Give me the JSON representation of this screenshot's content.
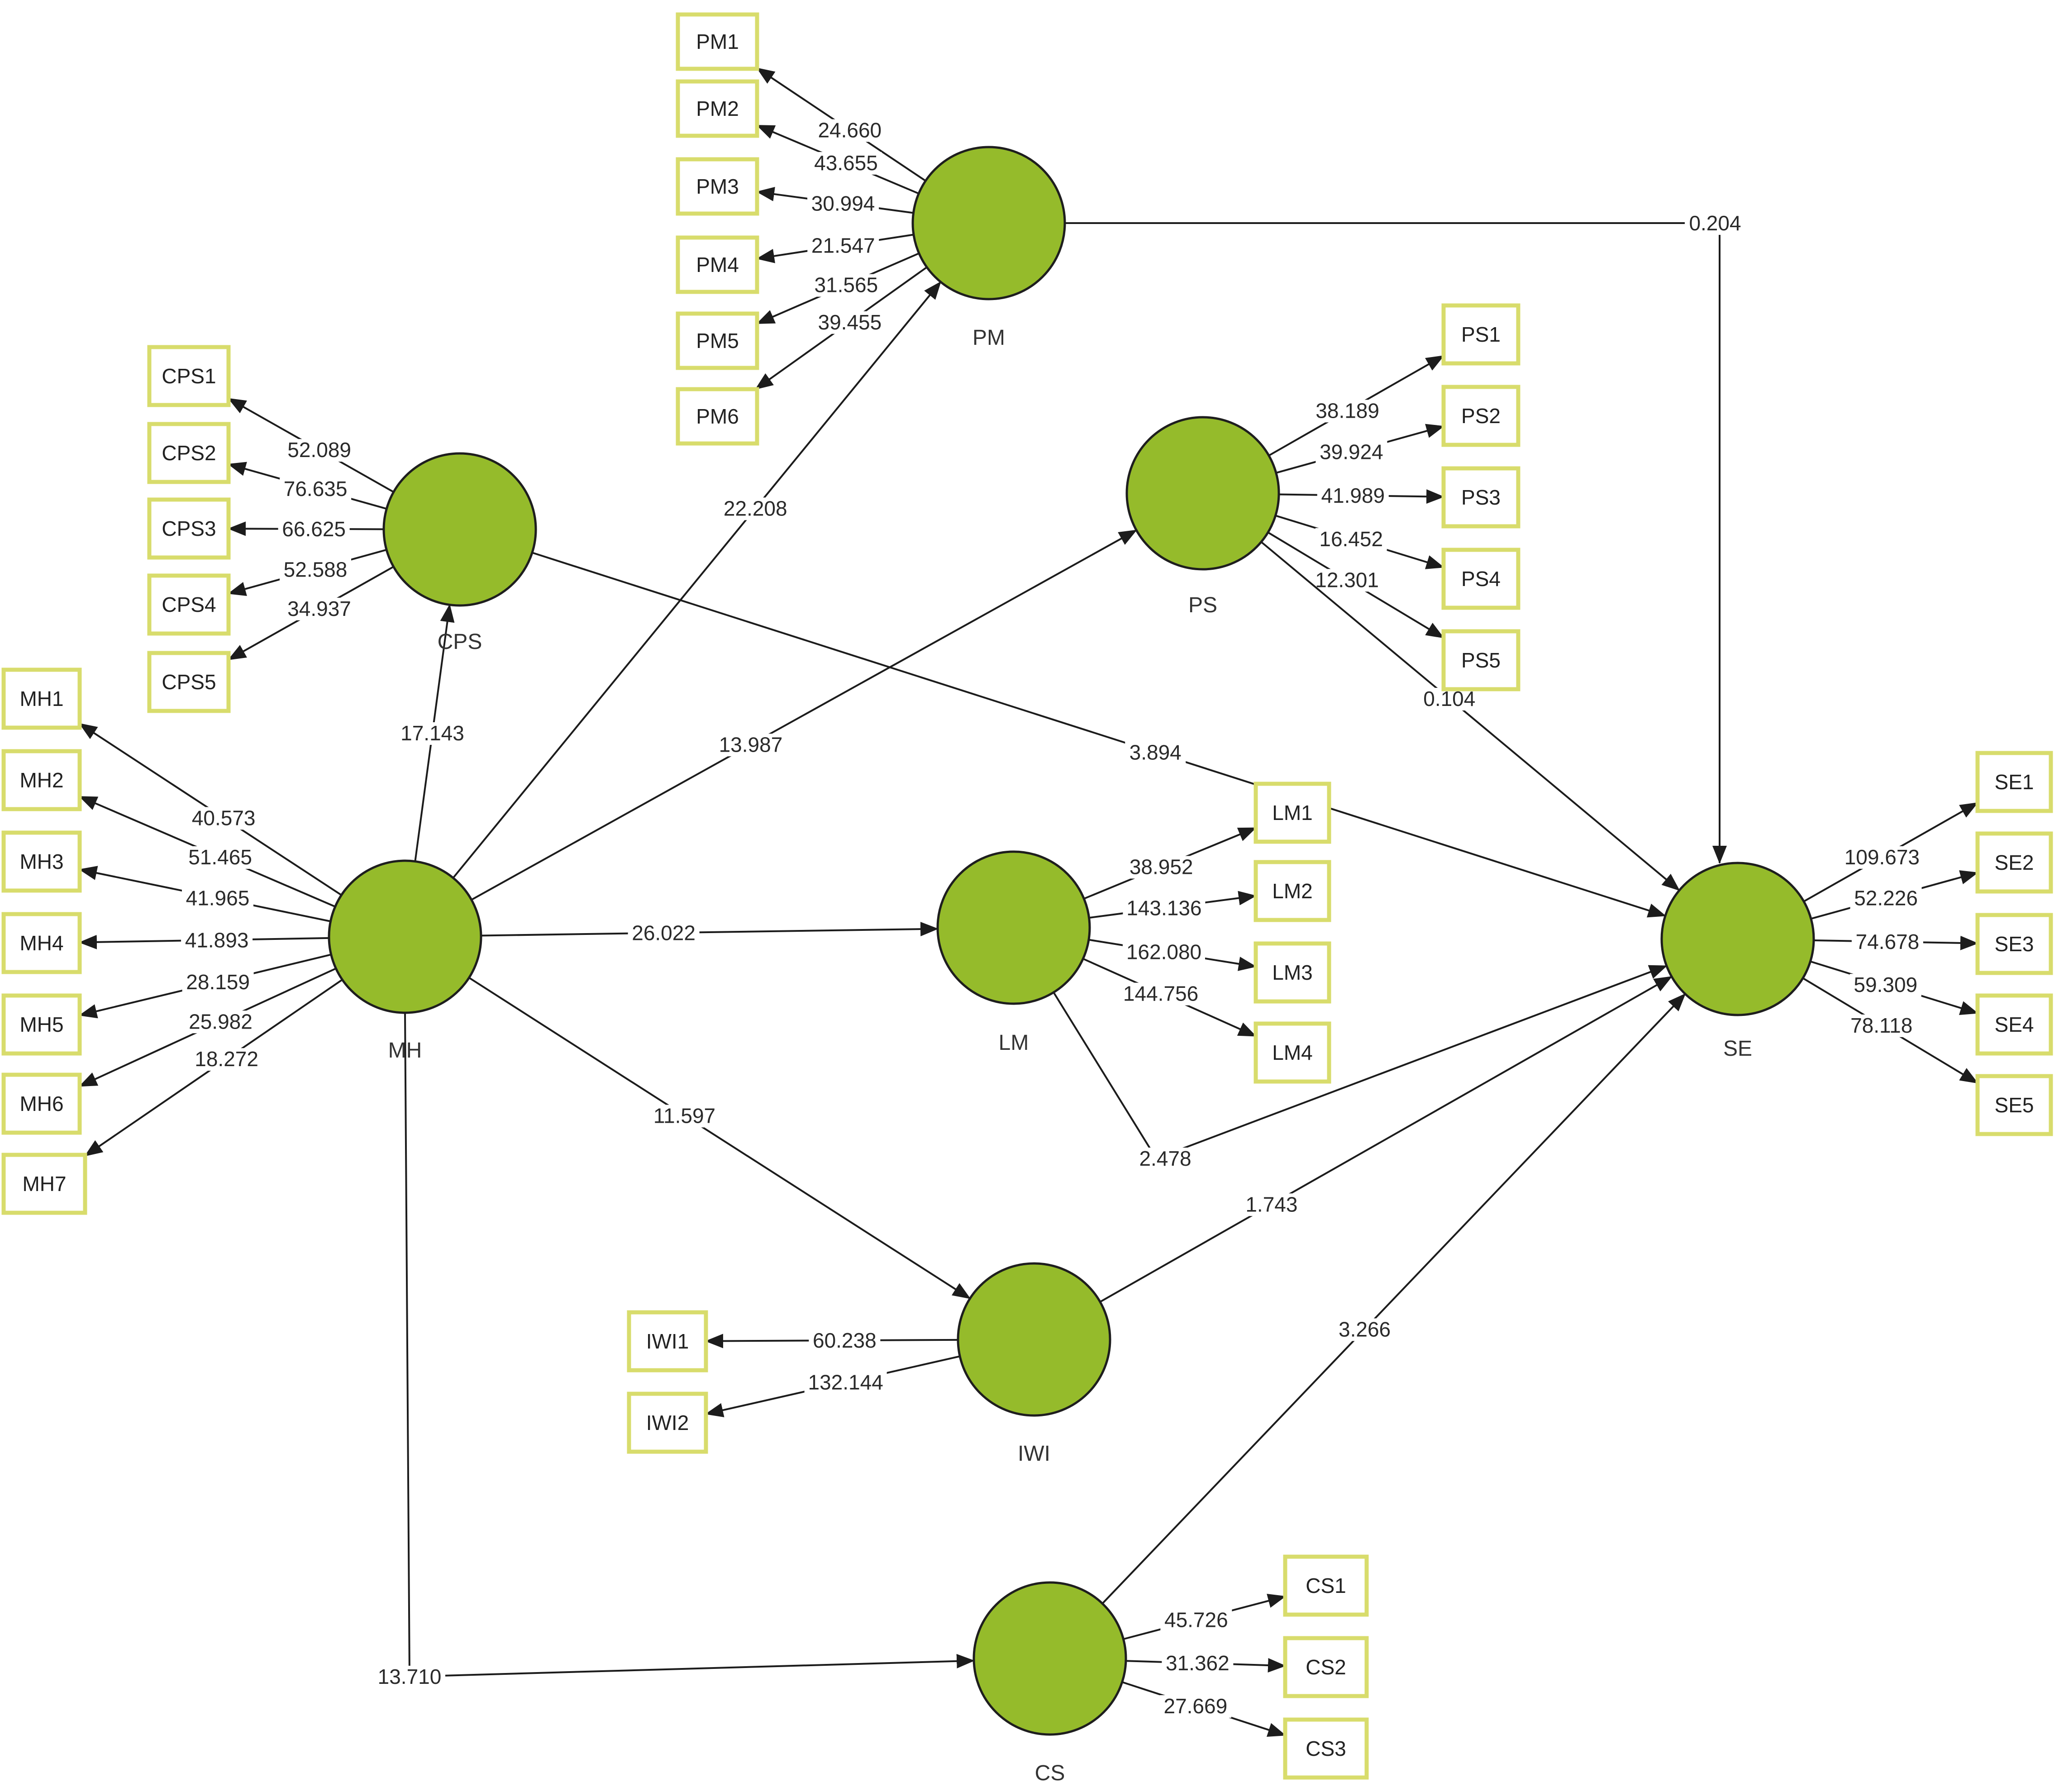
{
  "colors": {
    "construct_fill": "#95bb2b",
    "indicator_border": "#d8dc6c",
    "line": "#1c1c1c"
  },
  "constructs": [
    {
      "id": "PM",
      "label": "PM"
    },
    {
      "id": "CPS",
      "label": "CPS"
    },
    {
      "id": "PS",
      "label": "PS"
    },
    {
      "id": "MH",
      "label": "MH"
    },
    {
      "id": "LM",
      "label": "LM"
    },
    {
      "id": "SE",
      "label": "SE"
    },
    {
      "id": "IWI",
      "label": "IWI"
    },
    {
      "id": "CS",
      "label": "CS"
    }
  ],
  "measurement": [
    {
      "construct": "PM",
      "items": [
        {
          "label": "PM1",
          "value": "24.660"
        },
        {
          "label": "PM2",
          "value": "43.655"
        },
        {
          "label": "PM3",
          "value": "30.994"
        },
        {
          "label": "PM4",
          "value": "21.547"
        },
        {
          "label": "PM5",
          "value": "31.565"
        },
        {
          "label": "PM6",
          "value": "39.455"
        }
      ]
    },
    {
      "construct": "CPS",
      "items": [
        {
          "label": "CPS1",
          "value": "52.089"
        },
        {
          "label": "CPS2",
          "value": "76.635"
        },
        {
          "label": "CPS3",
          "value": "66.625"
        },
        {
          "label": "CPS4",
          "value": "52.588"
        },
        {
          "label": "CPS5",
          "value": "34.937"
        }
      ]
    },
    {
      "construct": "PS",
      "items": [
        {
          "label": "PS1",
          "value": "38.189"
        },
        {
          "label": "PS2",
          "value": "39.924"
        },
        {
          "label": "PS3",
          "value": "41.989"
        },
        {
          "label": "PS4",
          "value": "16.452"
        },
        {
          "label": "PS5",
          "value": "12.301"
        }
      ]
    },
    {
      "construct": "MH",
      "items": [
        {
          "label": "MH1",
          "value": "40.573"
        },
        {
          "label": "MH2",
          "value": "51.465"
        },
        {
          "label": "MH3",
          "value": "41.965"
        },
        {
          "label": "MH4",
          "value": "41.893"
        },
        {
          "label": "MH5",
          "value": "28.159"
        },
        {
          "label": "MH6",
          "value": "25.982"
        },
        {
          "label": "MH7",
          "value": "18.272"
        }
      ]
    },
    {
      "construct": "LM",
      "items": [
        {
          "label": "LM1",
          "value": "38.952"
        },
        {
          "label": "LM2",
          "value": "143.136"
        },
        {
          "label": "LM3",
          "value": "162.080"
        },
        {
          "label": "LM4",
          "value": "144.756"
        }
      ]
    },
    {
      "construct": "SE",
      "items": [
        {
          "label": "SE1",
          "value": "109.673"
        },
        {
          "label": "SE2",
          "value": "52.226"
        },
        {
          "label": "SE3",
          "value": "74.678"
        },
        {
          "label": "SE4",
          "value": "59.309"
        },
        {
          "label": "SE5",
          "value": "78.118"
        }
      ]
    },
    {
      "construct": "IWI",
      "items": [
        {
          "label": "IWI1",
          "value": "60.238"
        },
        {
          "label": "IWI2",
          "value": "132.144"
        }
      ]
    },
    {
      "construct": "CS",
      "items": [
        {
          "label": "CS1",
          "value": "45.726"
        },
        {
          "label": "CS2",
          "value": "31.362"
        },
        {
          "label": "CS3",
          "value": "27.669"
        }
      ]
    }
  ],
  "paths": [
    {
      "from": "PM",
      "to": "SE",
      "value": "0.204"
    },
    {
      "from": "CPS",
      "to": "SE",
      "value": "3.894"
    },
    {
      "from": "PS",
      "to": "SE",
      "value": "0.104"
    },
    {
      "from": "MH",
      "to": "PM",
      "value": "22.208"
    },
    {
      "from": "MH",
      "to": "CPS",
      "value": "17.143"
    },
    {
      "from": "MH",
      "to": "PS",
      "value": "13.987"
    },
    {
      "from": "MH",
      "to": "LM",
      "value": "26.022"
    },
    {
      "from": "MH",
      "to": "IWI",
      "value": "11.597"
    },
    {
      "from": "MH",
      "to": "CS",
      "value": "13.710"
    },
    {
      "from": "LM",
      "to": "SE",
      "value": "2.478"
    },
    {
      "from": "IWI",
      "to": "SE",
      "value": "1.743"
    },
    {
      "from": "CS",
      "to": "SE",
      "value": "3.266"
    }
  ]
}
